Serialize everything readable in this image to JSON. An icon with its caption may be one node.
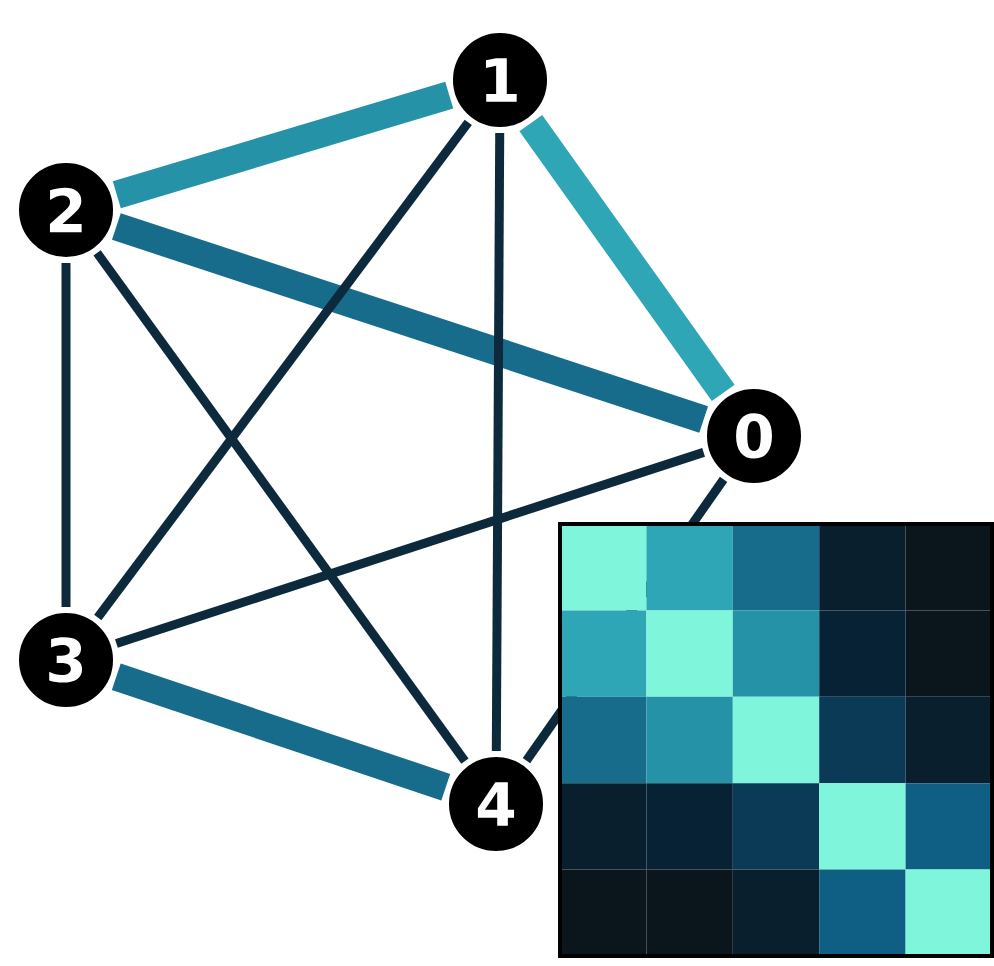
{
  "diagram": {
    "nodes": [
      {
        "text": [
          "1"
        ]
      },
      {
        "text": [
          "2"
        ]
      },
      {
        "text": [
          "0"
        ]
      },
      {
        "text": [
          "3"
        ]
      },
      {
        "text": [
          "4"
        ]
      }
    ],
    "edges": [
      {
        "from": 0,
        "to": 1,
        "arrow": "none",
        "style": "thick",
        "color": "#2592a8"
      },
      {
        "from": 0,
        "to": 2,
        "arrow": "none",
        "style": "thick",
        "color": "#2ea6b6"
      },
      {
        "from": 1,
        "to": 2,
        "arrow": "none",
        "style": "thick",
        "color": "#176c8c"
      },
      {
        "from": 1,
        "to": 3,
        "arrow": "none"
      },
      {
        "from": 3,
        "to": 4,
        "arrow": "none",
        "style": "thick",
        "color": "#176c8c"
      },
      {
        "from": 0,
        "to": 3,
        "arrow": "none"
      },
      {
        "from": 0,
        "to": 4,
        "arrow": "none"
      },
      {
        "from": 1,
        "to": 4,
        "arrow": "none"
      },
      {
        "from": 3,
        "to": 2,
        "arrow": "none"
      },
      {
        "from": 2,
        "to": 4,
        "arrow": "none"
      }
    ]
  }
}
